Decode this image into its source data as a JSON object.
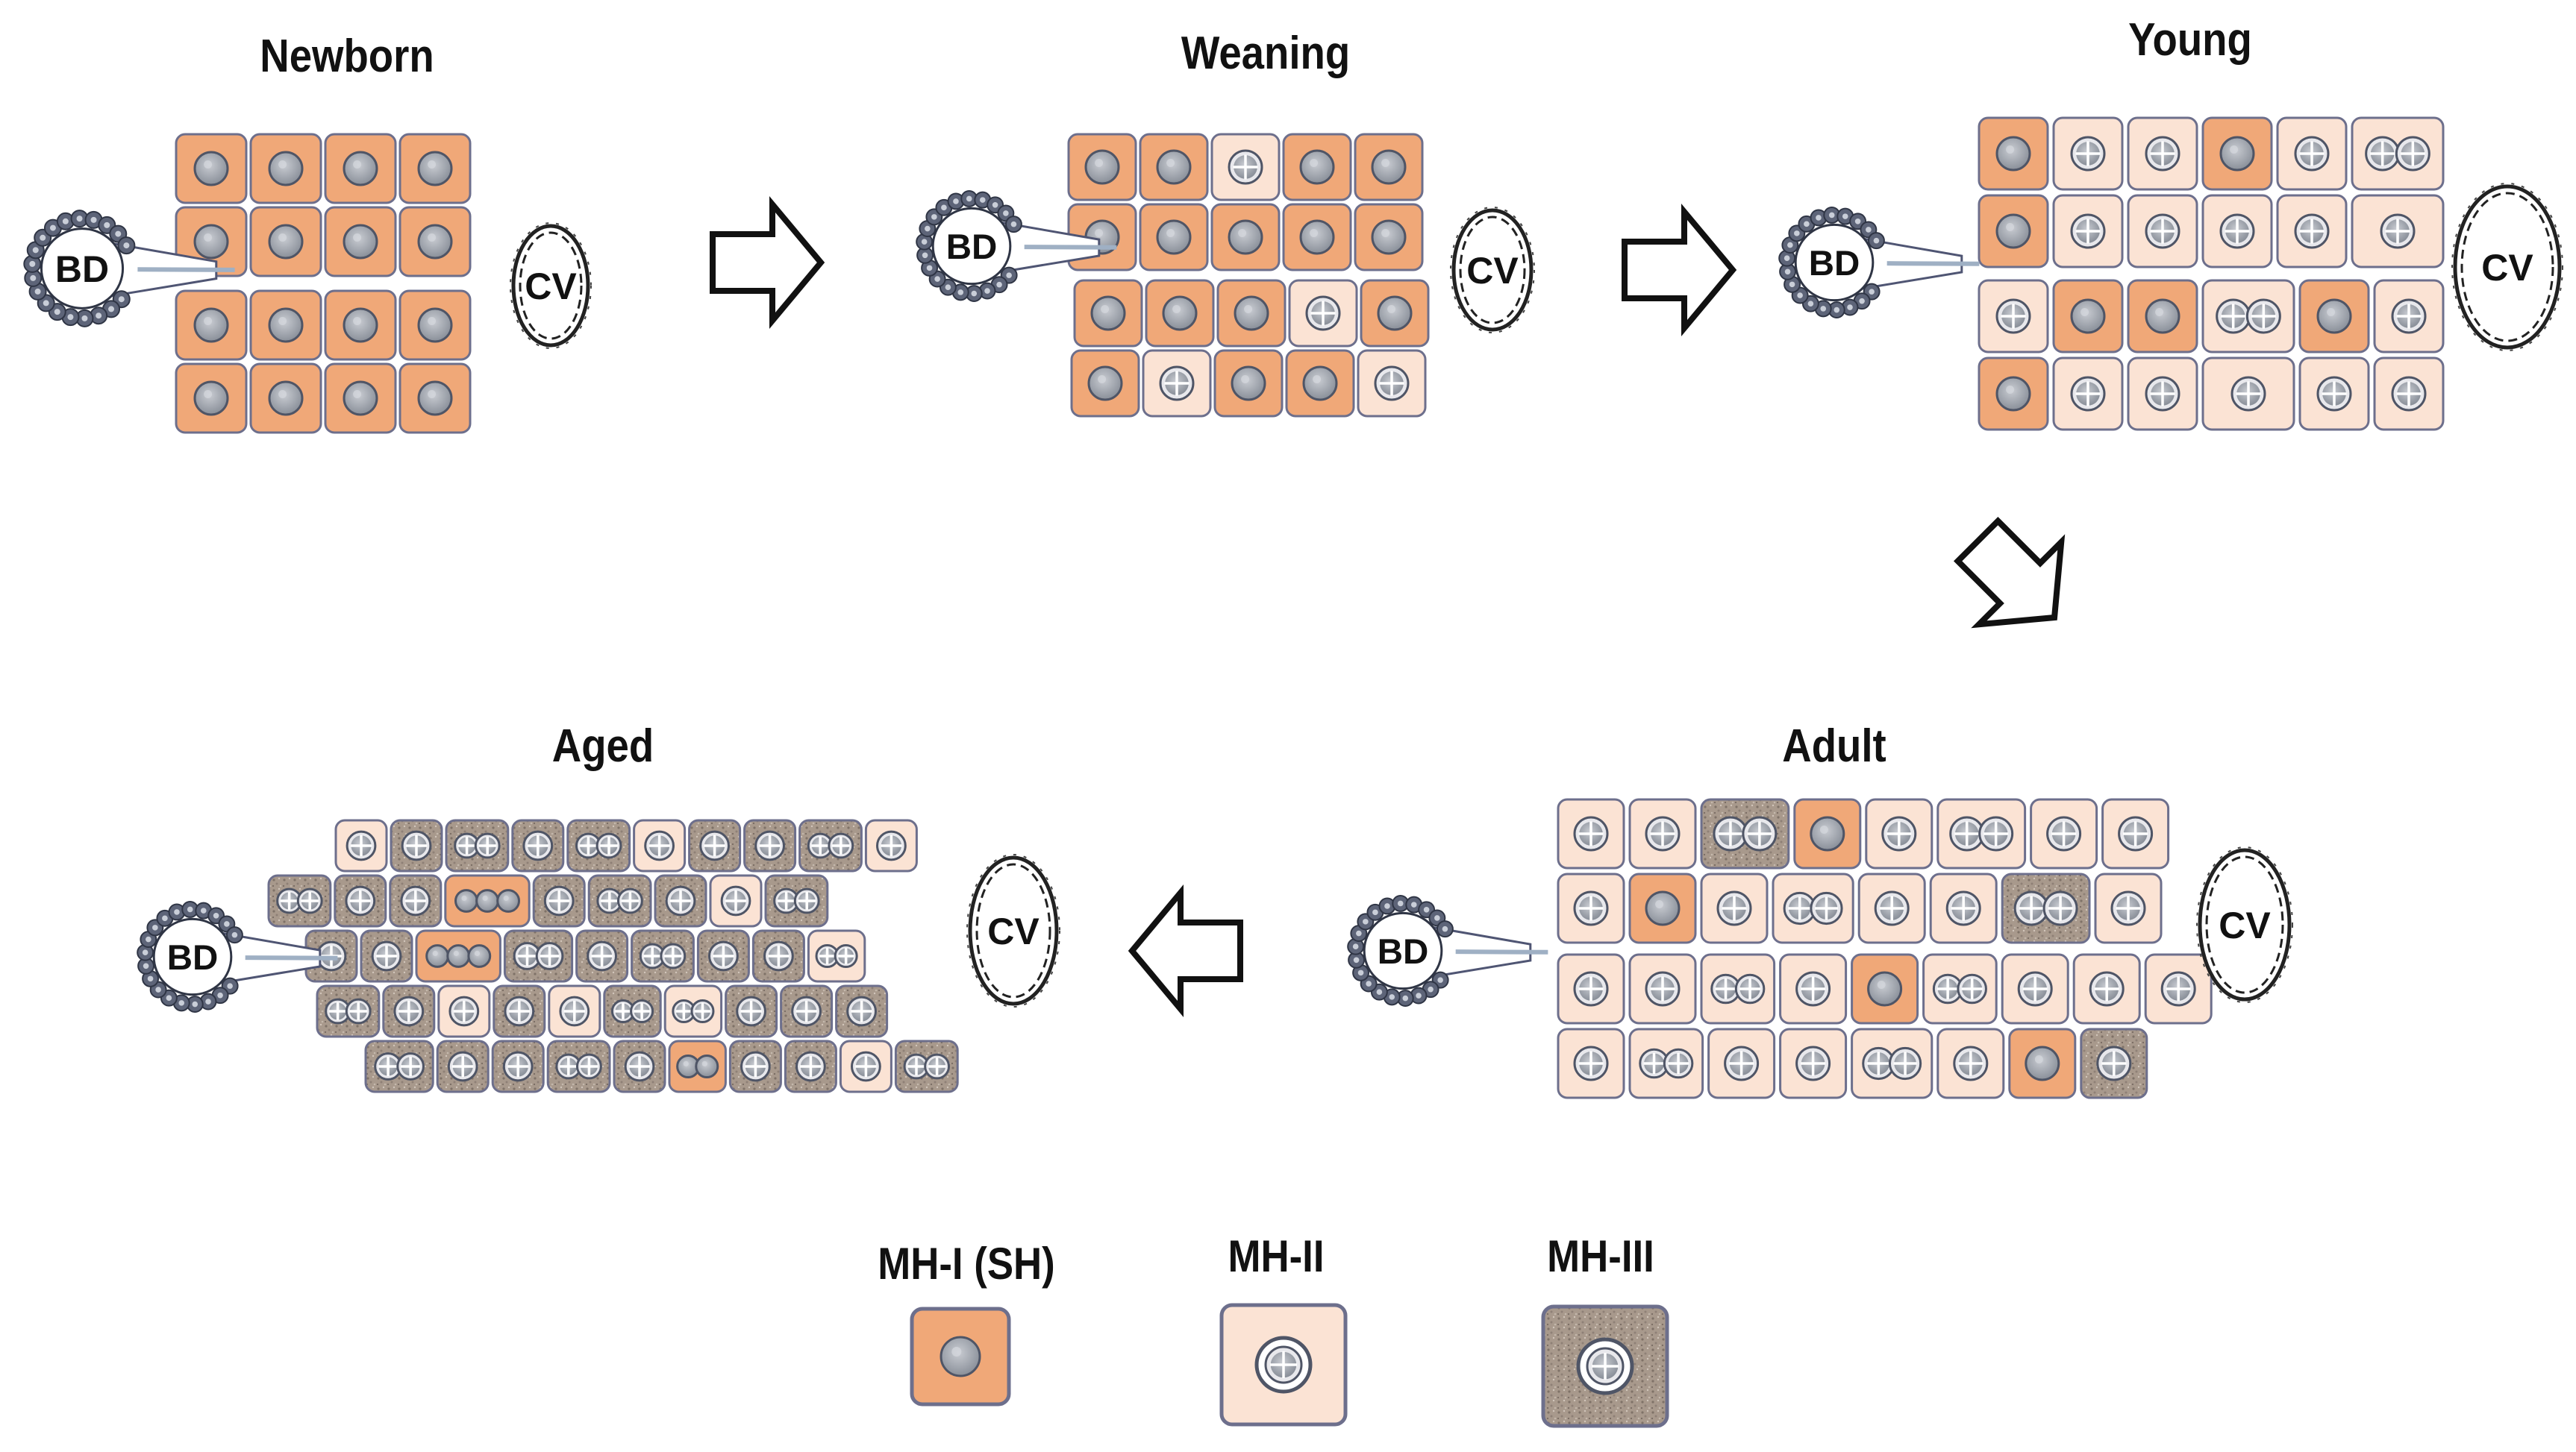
{
  "stages": {
    "newborn": "Newborn",
    "weaning": "Weaning",
    "young": "Young",
    "adult": "Adult",
    "aged": "Aged"
  },
  "structures": {
    "bile_duct": "BD",
    "central_vein": "CV"
  },
  "legend": {
    "mh1": "MH-I (SH)",
    "mh2": "MH-II",
    "mh3": "MH-III"
  },
  "colors": {
    "mh1_fill": "#f0a878",
    "mh2_fill": "#fbe3d4",
    "mh3_fill": "#a89a8e",
    "cell_border": "#6d6f8c",
    "nucleus": "#9aa0a8"
  }
}
